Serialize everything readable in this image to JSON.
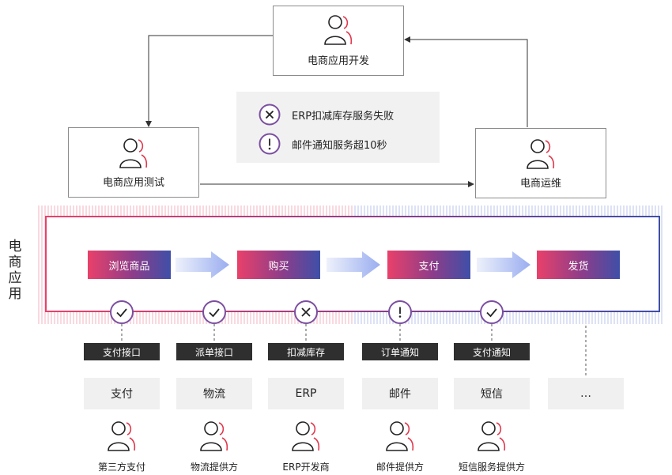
{
  "roles": {
    "dev": "电商应用开发",
    "test": "电商应用测试",
    "ops": "电商运维"
  },
  "alerts": [
    {
      "icon": "x-icon",
      "text": "ERP扣减库存服务失败"
    },
    {
      "icon": "exclamation-icon",
      "text": "邮件通知服务超10秒"
    }
  ],
  "app_label": "电商应用",
  "stages": [
    "浏览商品",
    "购买",
    "支付",
    "发货"
  ],
  "services": [
    {
      "status": "ok",
      "tag": "支付接口",
      "name": "支付",
      "provider": "第三方支付"
    },
    {
      "status": "ok",
      "tag": "派单接口",
      "name": "物流",
      "provider": "物流提供方"
    },
    {
      "status": "fail",
      "tag": "扣减库存",
      "name": "ERP",
      "provider": "ERP开发商"
    },
    {
      "status": "warn",
      "tag": "订单通知",
      "name": "邮件",
      "provider": "邮件提供方"
    },
    {
      "status": "ok",
      "tag": "支付通知",
      "name": "短信",
      "provider": "短信服务提供方"
    }
  ],
  "more": "…",
  "colors": {
    "accent_red": "#e9416a",
    "accent_purple": "#7b4fa0",
    "accent_blue": "#3f4fa8"
  }
}
